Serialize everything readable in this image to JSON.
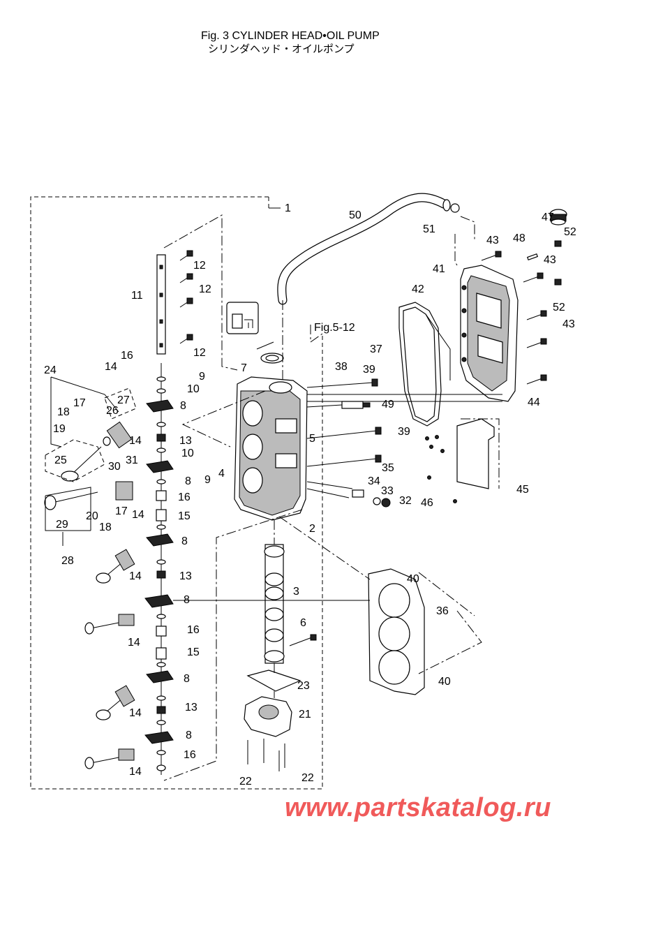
{
  "header": {
    "title_en": "Fig. 3  CYLINDER HEAD•OIL PUMP",
    "title_jp": "シリンダヘッド・オイルポンプ"
  },
  "diagram": {
    "ref_note": "Fig.5-12",
    "callouts": [
      "1",
      "2",
      "3",
      "4",
      "5",
      "6",
      "7",
      "8",
      "9",
      "10",
      "11",
      "12",
      "13",
      "14",
      "15",
      "16",
      "17",
      "18",
      "19",
      "20",
      "21",
      "22",
      "23",
      "24",
      "25",
      "26",
      "27",
      "28",
      "29",
      "30",
      "31",
      "32",
      "33",
      "34",
      "35",
      "36",
      "37",
      "38",
      "39",
      "40",
      "41",
      "42",
      "43",
      "44",
      "45",
      "46",
      "47",
      "48",
      "49",
      "50",
      "51",
      "52"
    ]
  },
  "watermark": "www.partskatalog.ru",
  "colors": {
    "watermark": "#f05a5a",
    "line": "#000000"
  }
}
